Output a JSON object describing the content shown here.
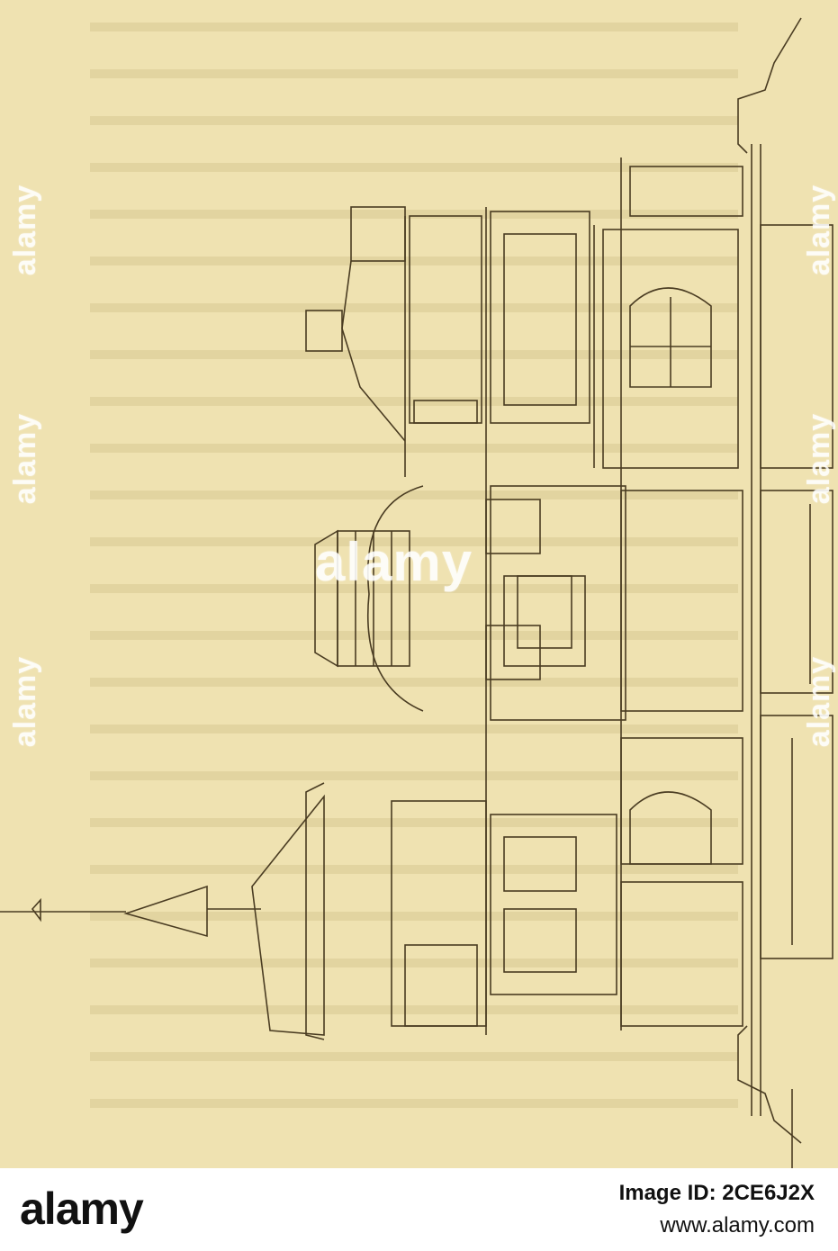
{
  "image": {
    "paper_color": "#efe2b1",
    "ink_color": "#4a3c22"
  },
  "watermark": {
    "text": "alamy"
  },
  "footer": {
    "logo": "alamy",
    "image_id": "Image ID: 2CE6J2X",
    "url": "www.alamy.com",
    "background": "#ffffff"
  }
}
